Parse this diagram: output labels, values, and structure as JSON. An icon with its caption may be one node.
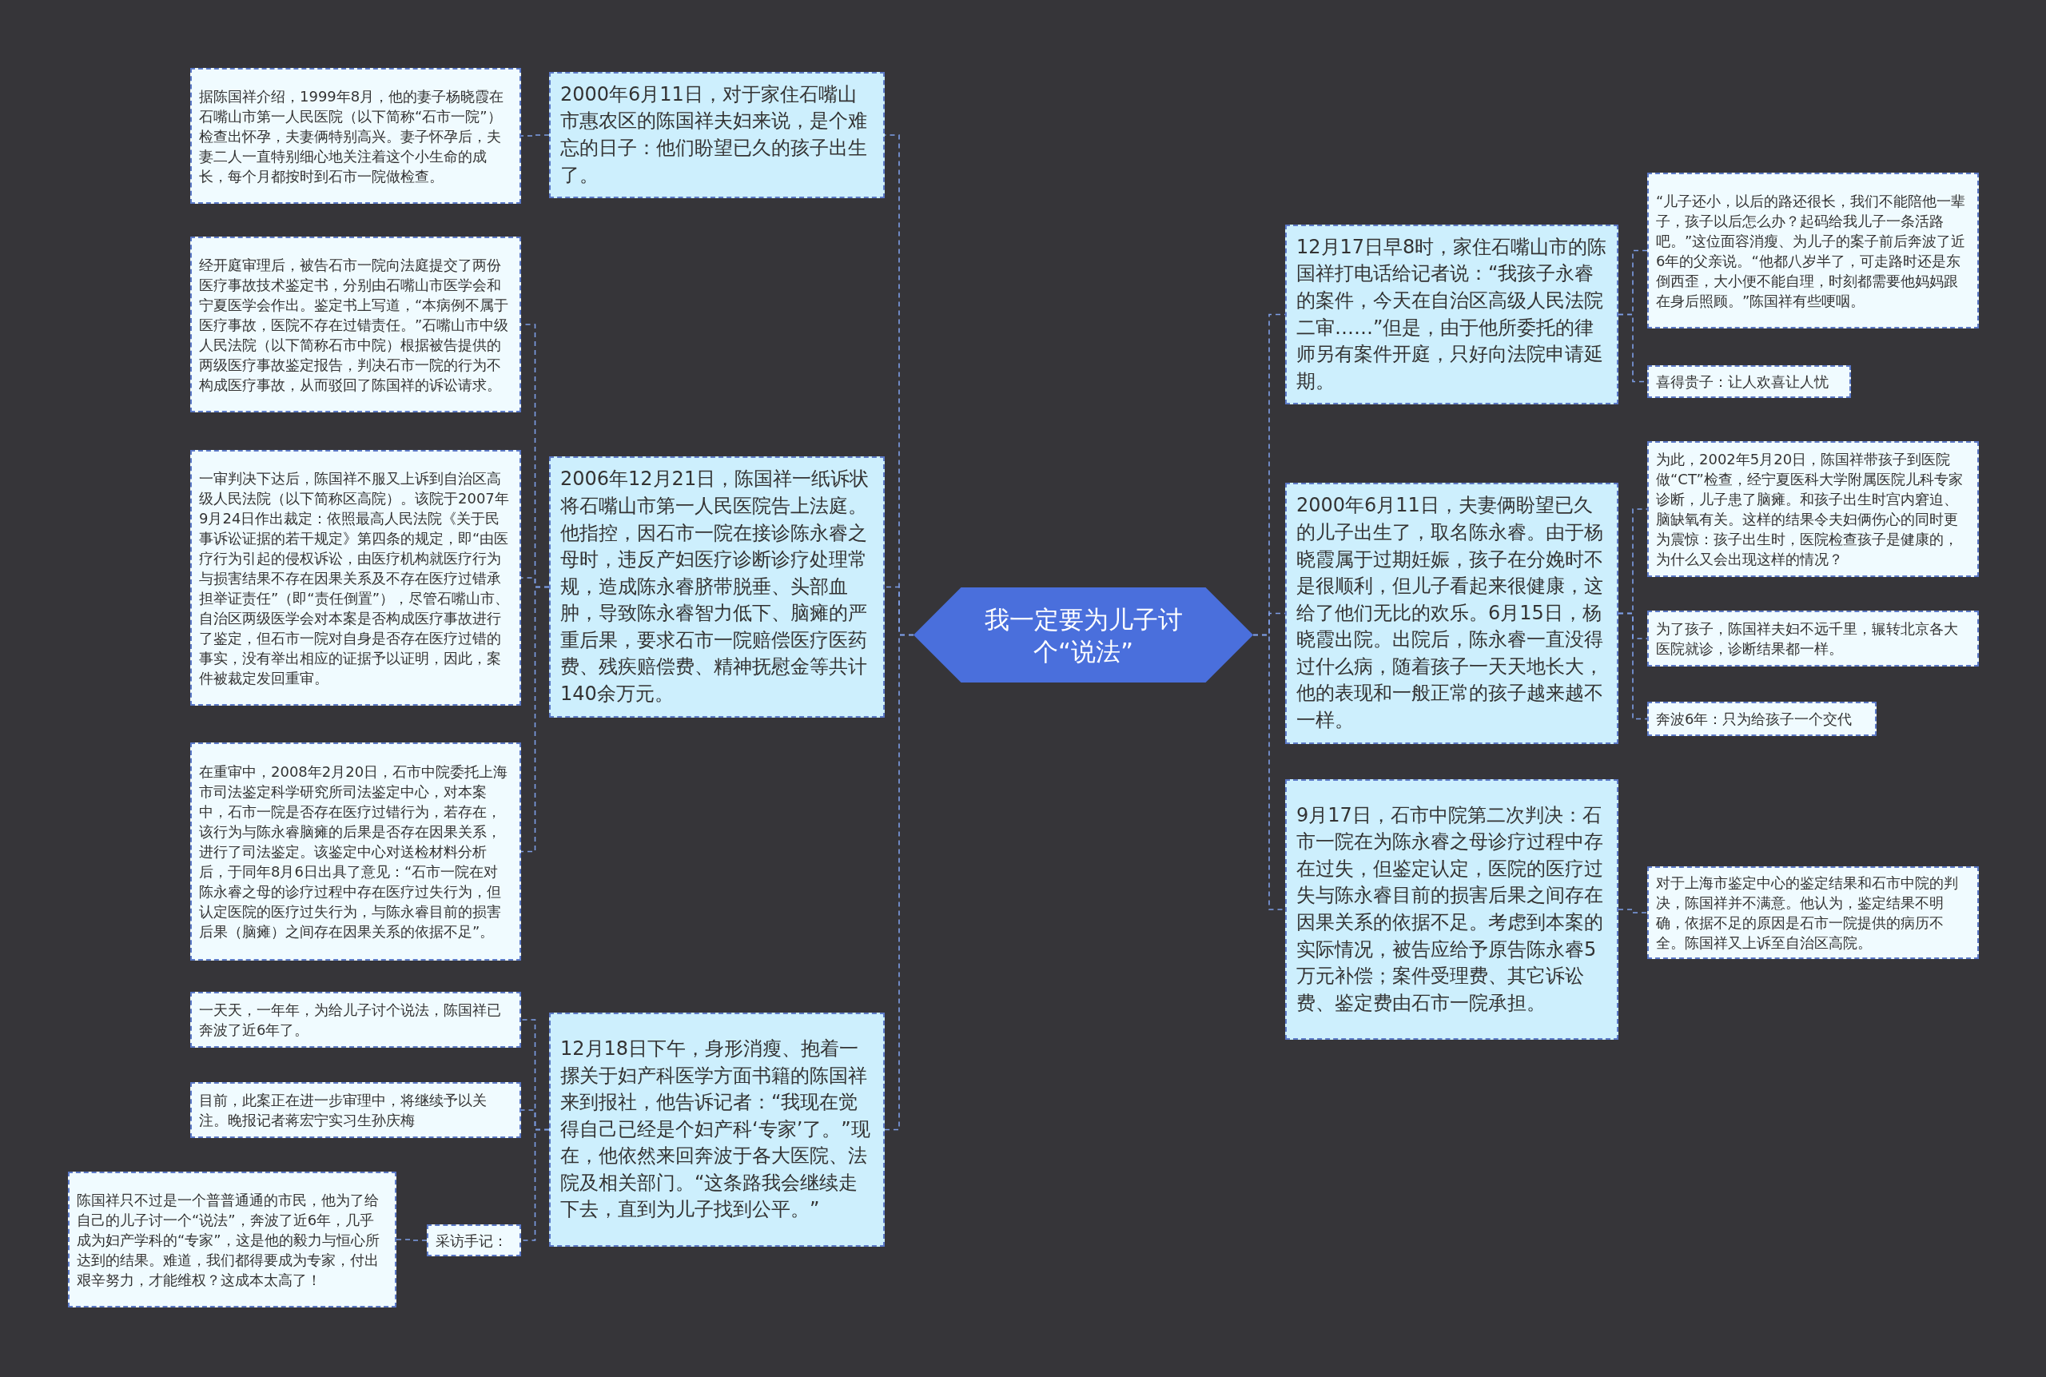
{
  "diagram": {
    "nodes": [
      {
        "text": [
          "我一定要为儿子讨个“说法”"
        ]
      },
      {
        "text": [
          "2000年6月11日，对于家住石嘴山市惠农区的陈国祥夫妇来说，是个难忘的日子：他们盼望已久的孩子出生了。"
        ]
      },
      {
        "text": [
          "据陈国祥介绍，1999年8月，他的妻子杨晓霞在石嘴山市第一人民医院（以下简称“石市一院”）检查出怀孕，夫妻俩特别高兴。妻子怀孕后，夫妻二人一直特别细心地关注着这个小生命的成长，每个月都按时到石市一院做检查。"
        ]
      },
      {
        "text": [
          "2006年12月21日，陈国祥一纸诉状将石嘴山市第一人民医院告上法庭。他指控，因石市一院在接诊陈永睿之母时，违反产妇医疗诊断诊疗处理常规，造成陈永睿脐带脱垂、头部血肿，导致陈永睿智力低下、脑瘫的严重后果，要求石市一院赔偿医疗医药费、残疾赔偿费、精神抚慰金等共计140余万元。"
        ]
      },
      {
        "text": [
          "经开庭审理后，被告石市一院向法庭提交了两份医疗事故技术鉴定书，分别由石嘴山市医学会和宁夏医学会作出。鉴定书上写道，“本病例不属于医疗事故，医院不存在过错责任。”石嘴山市中级人民法院（以下简称石市中院）根据被告提供的两级医疗事故鉴定报告，判决石市一院的行为不构成医疗事故，从而驳回了陈国祥的诉讼请求。"
        ]
      },
      {
        "text": [
          "一审判决下达后，陈国祥不服又上诉到自治区高级人民法院（以下简称区高院）。该院于2007年9月24日作出裁定：依照最高人民法院《关于民事诉讼证据的若干规定》第四条的规定，即“由医疗行为引起的侵权诉讼，由医疗机构就医疗行为与损害结果不存在因果关系及不存在医疗过错承担举证责任”（即“责任倒置”），尽管石嘴山市、自治区两级医学会对本案是否构成医疗事故进行了鉴定，但石市一院对自身是否存在医疗过错的事实，没有举出相应的证据予以证明，因此，案件被裁定发回重审。"
        ]
      },
      {
        "text": [
          "在重审中，2008年2月20日，石市中院委托上海市司法鉴定科学研究所司法鉴定中心，对本案中，石市一院是否存在医疗过错行为，若存在，该行为与陈永睿脑瘫的后果是否存在因果关系，进行了司法鉴定。该鉴定中心对送检材料分析后，于同年8月6日出具了意见：“石市一院在对陈永睿之母的诊疗过程中存在医疗过失行为，但认定医院的医疗过失行为，与陈永睿目前的损害后果（脑瘫）之间存在因果关系的依据不足”。"
        ]
      },
      {
        "text": [
          "12月18日下午，身形消瘦、抱着一摞关于妇产科医学方面书籍的陈国祥来到报社，他告诉记者：“我现在觉得自己已经是个妇产科‘专家’了。”现在，他依然来回奔波于各大医院、法院及相关部门。“这条路我会继续走下去，直到为儿子找到公平。”"
        ]
      },
      {
        "text": [
          "一天天，一年年，为给儿子讨个说法，陈国祥已奔波了近6年了。"
        ]
      },
      {
        "text": [
          "目前，此案正在进一步审理中，将继续予以关注。晚报记者蒋宏宁实习生孙庆梅"
        ]
      },
      {
        "text": [
          "采访手记："
        ]
      },
      {
        "text": [
          "陈国祥只不过是一个普普通通的市民，他为了给自己的儿子讨一个“说法”，奔波了近6年，几乎成为妇产学科的“专家”，这是他的毅力与恒心所达到的结果。难道，我们都得要成为专家，付出艰辛努力，才能维权？这成本太高了！"
        ]
      },
      {
        "text": [
          "12月17日早8时，家住石嘴山市的陈国祥打电话给记者说：“我孩子永睿的案件，今天在自治区高级人民法院二审……”但是，由于他所委托的律师另有案件开庭，只好向法院申请延期。"
        ]
      },
      {
        "text": [
          "“儿子还小，以后的路还很长，我们不能陪他一辈子，孩子以后怎么办？起码给我儿子一条活路吧。”这位面容消瘦、为儿子的案子前后奔波了近6年的父亲说。“他都八岁半了，可走路时还是东倒西歪，大小便不能自理，时刻都需要他妈妈跟在身后照顾。”陈国祥有些哽咽。"
        ]
      },
      {
        "text": [
          "喜得贵子：让人欢喜让人忧"
        ]
      },
      {
        "text": [
          "2000年6月11日，夫妻俩盼望已久的儿子出生了，取名陈永睿。由于杨晓霞属于过期妊娠，孩子在分娩时不是很顺利，但儿子看起来很健康，这给了他们无比的欢乐。6月15日，杨晓霞出院。出院后，陈永睿一直没得过什么病，随着孩子一天天地长大，他的表现和一般正常的孩子越来越不一样。"
        ]
      },
      {
        "text": [
          "为此，2002年5月20日，陈国祥带孩子到医院做“CT”检查，经宁夏医科大学附属医院儿科专家诊断，儿子患了脑瘫。和孩子出生时宫内窘迫、脑缺氧有关。这样的结果令夫妇俩伤心的同时更为震惊：孩子出生时，医院检查孩子是健康的，为什么又会出现这样的情况？"
        ]
      },
      {
        "text": [
          "为了孩子，陈国祥夫妇不远千里，辗转北京各大医院就诊，诊断结果都一样。"
        ]
      },
      {
        "text": [
          "奔波6年：只为给孩子一个交代"
        ]
      },
      {
        "text": [
          "9月17日，石市中院第二次判决：石市一院在为陈永睿之母诊疗过程中存在过失，但鉴定认定，医院的医疗过失与陈永睿目前的损害后果之间存在因果关系的依据不足。考虑到本案的实际情况，被告应给予原告陈永睿5万元补偿；案件受理费、其它诉讼费、鉴定费由石市一院承担。"
        ]
      },
      {
        "text": [
          "对于上海市鉴定中心的鉴定结果和石市中院的判决，陈国祥并不满意。他认为，鉴定结果不明确，依据不足的原因是石市一院提供的病历不全。陈国祥又上诉至自治区高院。"
        ]
      }
    ],
    "edges": [
      {
        "from": 0,
        "to": 1,
        "arrow": "none"
      },
      {
        "from": 1,
        "to": 2,
        "arrow": "none"
      },
      {
        "from": 0,
        "to": 3,
        "arrow": "none"
      },
      {
        "from": 3,
        "to": 4,
        "arrow": "none"
      },
      {
        "from": 3,
        "to": 5,
        "arrow": "none"
      },
      {
        "from": 3,
        "to": 6,
        "arrow": "none"
      },
      {
        "from": 0,
        "to": 7,
        "arrow": "none"
      },
      {
        "from": 7,
        "to": 8,
        "arrow": "none"
      },
      {
        "from": 7,
        "to": 9,
        "arrow": "none"
      },
      {
        "from": 7,
        "to": 10,
        "arrow": "none"
      },
      {
        "from": 10,
        "to": 11,
        "arrow": "none"
      },
      {
        "from": 0,
        "to": 12,
        "arrow": "none"
      },
      {
        "from": 12,
        "to": 13,
        "arrow": "none"
      },
      {
        "from": 12,
        "to": 14,
        "arrow": "none"
      },
      {
        "from": 0,
        "to": 15,
        "arrow": "none"
      },
      {
        "from": 15,
        "to": 16,
        "arrow": "none"
      },
      {
        "from": 15,
        "to": 17,
        "arrow": "none"
      },
      {
        "from": 15,
        "to": 18,
        "arrow": "none"
      },
      {
        "from": 0,
        "to": 19,
        "arrow": "none"
      },
      {
        "from": 19,
        "to": 20,
        "arrow": "none"
      }
    ]
  }
}
